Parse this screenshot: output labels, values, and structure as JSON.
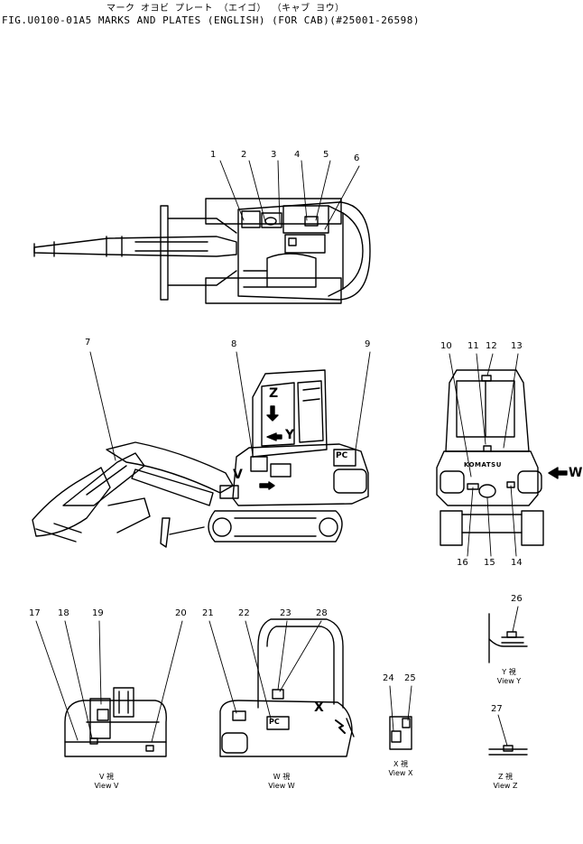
{
  "header": {
    "japanese_title": "マーク オヨビ プレート （エイゴ） （キャブ ヨウ）",
    "figure_title": "FIG.U0100-01A5  MARKS AND PLATES (ENGLISH) (FOR CAB)(#25001-26598)"
  },
  "callouts": [
    "1",
    "2",
    "3",
    "4",
    "5",
    "6",
    "7",
    "8",
    "9",
    "10",
    "11",
    "12",
    "13",
    "14",
    "15",
    "16",
    "17",
    "18",
    "19",
    "20",
    "21",
    "22",
    "23",
    "24",
    "25",
    "26",
    "27",
    "28"
  ],
  "view_letters": {
    "z": "Z",
    "y": "Y",
    "v": "V",
    "w": "W",
    "x": "X"
  },
  "machine_marks": {
    "pc_side": "PC",
    "pc_view_w": "PC",
    "brand": "KOMATSU"
  },
  "captions": {
    "view_v": {
      "jp": "V 視",
      "en": "View V"
    },
    "view_w": {
      "jp": "W 視",
      "en": "View W"
    },
    "view_x": {
      "jp": "X 視",
      "en": "View X"
    },
    "view_y": {
      "jp": "Y 視",
      "en": "View Y"
    },
    "view_z": {
      "jp": "Z 視",
      "en": "View Z"
    }
  }
}
